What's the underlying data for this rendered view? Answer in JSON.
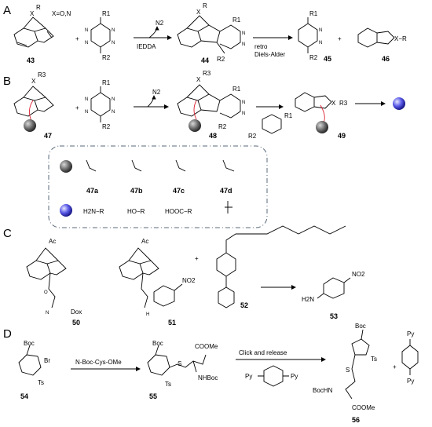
{
  "panels": {
    "a": {
      "letter": "A",
      "x_note": "X=O,N",
      "arrow1_label": "IEDDA",
      "arrow2_label": "retro\nDiels-Alder",
      "compounds": [
        "43",
        "44",
        "45",
        "46"
      ],
      "labels": {
        "R": "R",
        "R1": "R1",
        "R2": "R2",
        "X": "X",
        "XR": "X−R",
        "N": "N",
        "N2": "N2"
      }
    },
    "b": {
      "letter": "B",
      "compounds": [
        "47",
        "48",
        "49"
      ],
      "legend_prefixes": [
        "47a",
        "47b",
        "47c",
        "47d"
      ],
      "released": [
        "H2N−R",
        "HO−R",
        "HOOC−R"
      ],
      "labels": {
        "R3": "R3",
        "R1": "R1",
        "R2": "R2",
        "X": "X",
        "N2": "N2"
      }
    },
    "c": {
      "letter": "C",
      "compounds": [
        "50",
        "51",
        "52",
        "53"
      ],
      "labels": {
        "Ac": "Ac",
        "Dox": "Dox",
        "NO2": "NO2",
        "H2N": "H2N",
        "O": "O",
        "H": "H",
        "N": "N"
      }
    },
    "d": {
      "letter": "D",
      "reagent": "N-Boc-Cys-OMe",
      "arrow_label": "Click and release",
      "compounds": [
        "54",
        "55",
        "56"
      ],
      "labels": {
        "Boc": "Boc",
        "Br": "Br",
        "Ts": "Ts",
        "S": "S",
        "COOMe": "COOMe",
        "NHBoc": "NHBoc",
        "BocHN": "BocHN",
        "Py": "Py",
        "plus": "+"
      }
    }
  },
  "colors": {
    "grey_ball": "#5a5a5a",
    "blue_ball": "#3a3ad8",
    "linker": "#d23",
    "legend_border": "#5a6a7a"
  }
}
